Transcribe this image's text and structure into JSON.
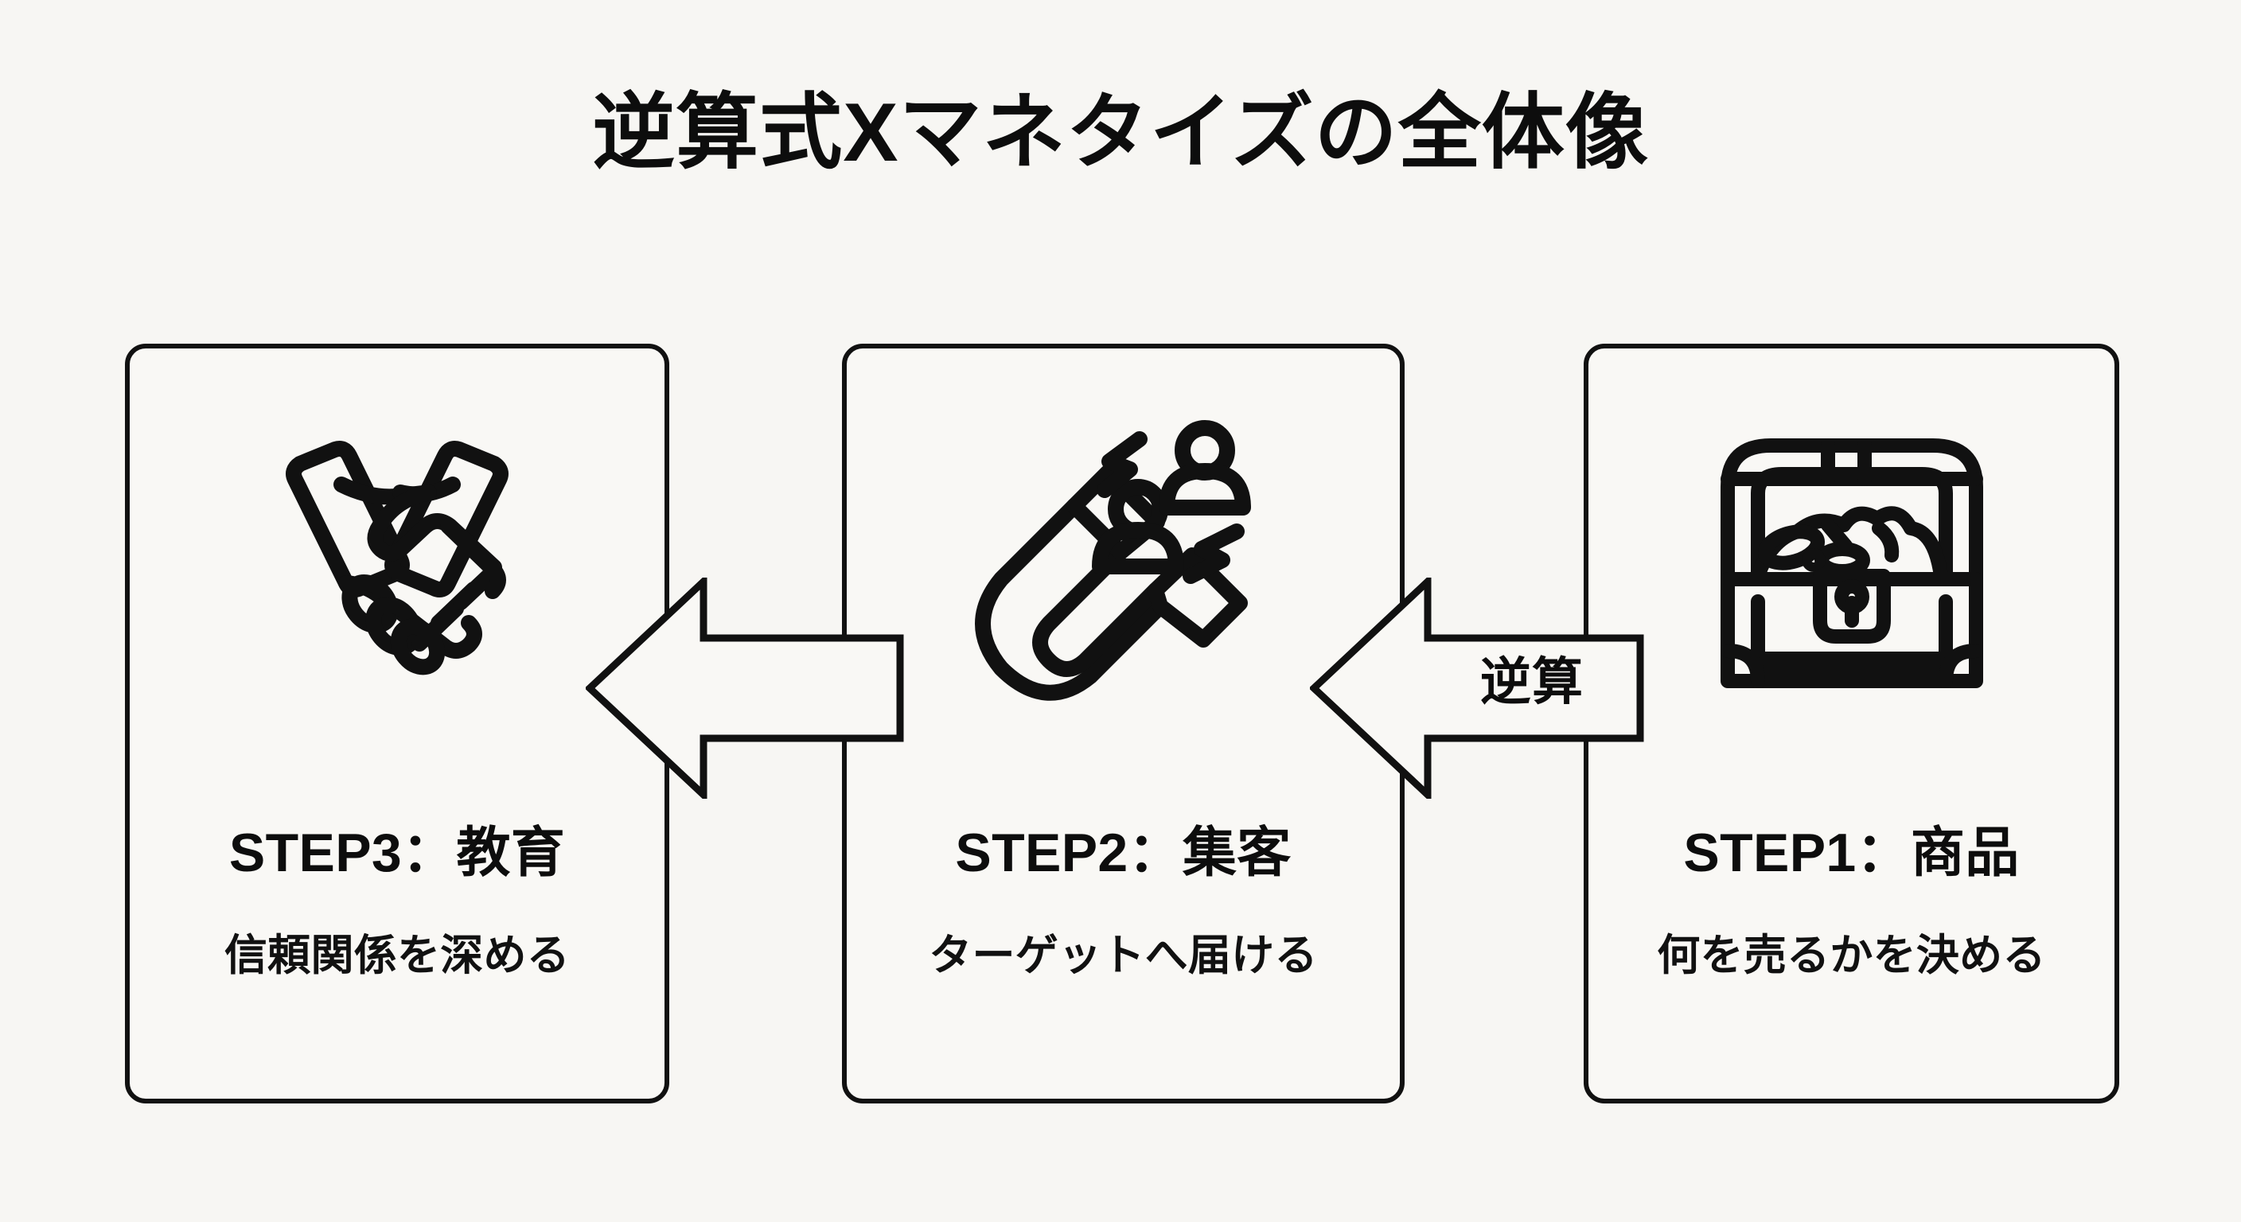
{
  "page": {
    "title": "逆算式Xマネタイズの全体像",
    "background_color": "#f7f6f3",
    "ink_color": "#111111"
  },
  "flow": {
    "direction": "right-to-left",
    "arrows": [
      {
        "name": "arrow-step2-to-step3",
        "label": ""
      },
      {
        "name": "arrow-step1-to-step2",
        "label": "逆算"
      }
    ]
  },
  "cards": [
    {
      "id": "step3",
      "icon": "handshake-icon",
      "title": "STEP3：教育",
      "subtitle": "信頼関係を深める"
    },
    {
      "id": "step2",
      "icon": "magnet-attract-people-icon",
      "title": "STEP2：集客",
      "subtitle": "ターゲットへ届ける"
    },
    {
      "id": "step1",
      "icon": "treasure-chest-icon",
      "title": "STEP1：商品",
      "subtitle": "何を売るかを決める"
    }
  ]
}
